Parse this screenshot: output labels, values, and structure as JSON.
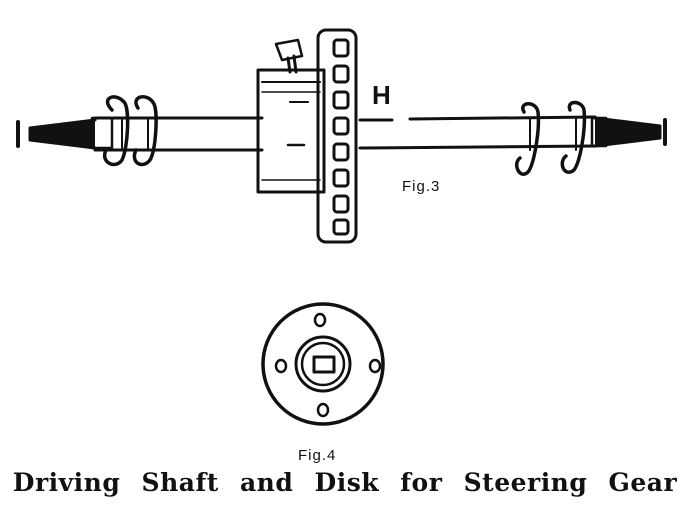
{
  "figure3": {
    "part_label": "H",
    "fig_label": "Fig.3"
  },
  "figure4": {
    "fig_label": "Fig.4"
  },
  "caption": "Driving Shaft and Disk for Steering Gear",
  "colors": {
    "ink": "#111111",
    "paper": "#ffffff"
  }
}
